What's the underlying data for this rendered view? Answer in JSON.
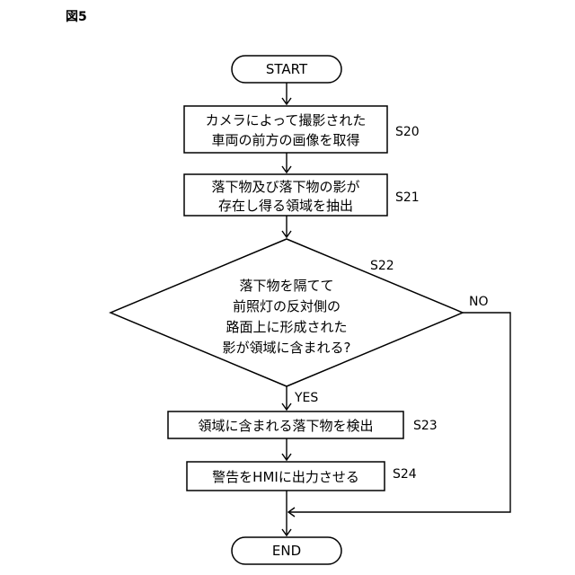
{
  "figure_label": "図5",
  "nodes": {
    "start": "START",
    "s20": {
      "line1": "カメラによって撮影された",
      "line2": "車両の前方の画像を取得",
      "step": "S20"
    },
    "s21": {
      "line1": "落下物及び落下物の影が",
      "line2": "存在し得る領域を抽出",
      "step": "S21"
    },
    "s22": {
      "line1": "落下物を隔てて",
      "line2": "前照灯の反対側の",
      "line3": "路面上に形成された",
      "line4": "影が領域に含まれる?",
      "step": "S22"
    },
    "s23": {
      "line1": "領域に含まれる落下物を検出",
      "step": "S23"
    },
    "s24": {
      "line1": "警告をHMIに出力させる",
      "step": "S24"
    },
    "end": "END"
  },
  "branches": {
    "yes": "YES",
    "no": "NO"
  }
}
